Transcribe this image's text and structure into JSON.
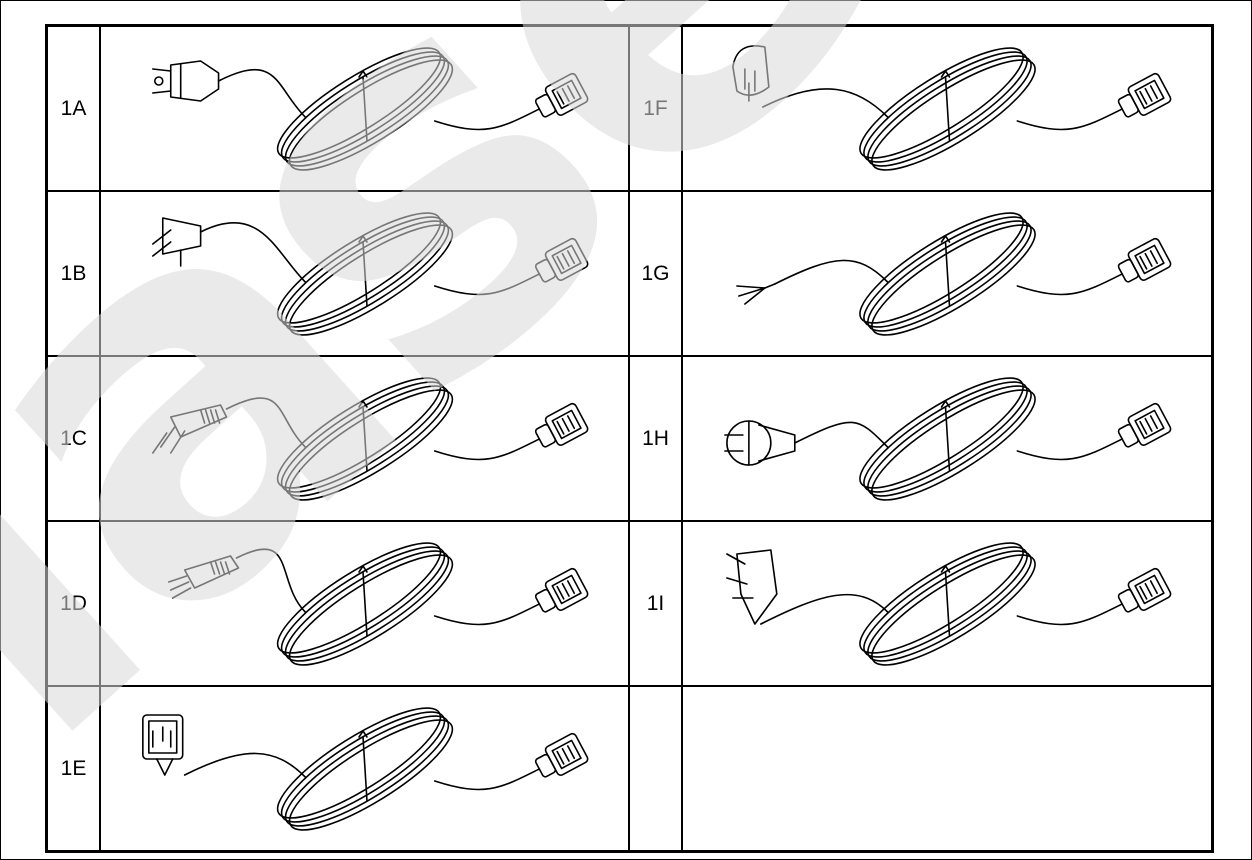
{
  "colors": {
    "line": "#000000",
    "background": "#ffffff",
    "watermark": "#d9d9d9"
  },
  "watermark_text": "laser",
  "rows": [
    {
      "left": {
        "label": "1A",
        "plug": "us-3-pin-plug"
      },
      "right": {
        "label": "1F",
        "plug": "israel-plug"
      }
    },
    {
      "left": {
        "label": "1B",
        "plug": "australia-plug"
      },
      "right": {
        "label": "1G",
        "plug": "bare-wire-end"
      }
    },
    {
      "left": {
        "label": "1C",
        "plug": "swiss-plug"
      },
      "right": {
        "label": "1H",
        "plug": "schuko-plug"
      }
    },
    {
      "left": {
        "label": "1D",
        "plug": "italy-plug"
      },
      "right": {
        "label": "1I",
        "plug": "south-africa-plug"
      }
    },
    {
      "left": {
        "label": "1E",
        "plug": "uk-plug"
      },
      "right": {
        "label": "",
        "plug": ""
      }
    }
  ]
}
